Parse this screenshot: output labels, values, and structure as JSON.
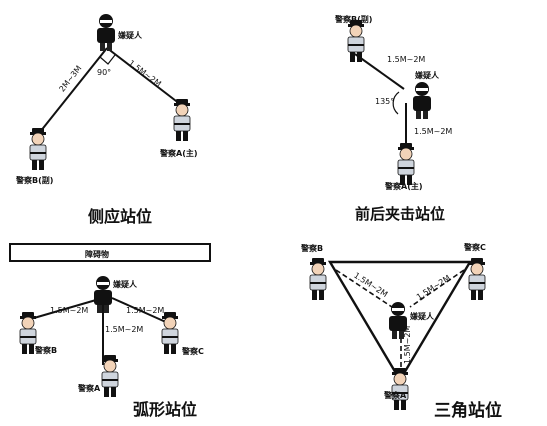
{
  "panels": {
    "side": {
      "title": "侧应站位",
      "suspect": "嫌疑人",
      "officer_b": "警察B(副)",
      "officer_a": "警察A(主)",
      "angle": "90°",
      "dist_left": "2M~3M",
      "dist_right": "1.5M~2M"
    },
    "front_back": {
      "title": "前后夹击站位",
      "officer_b": "警察B(副)",
      "suspect": "嫌疑人",
      "officer_a": "警察A(主)",
      "angle": "135°",
      "dist_top": "1.5M~2M",
      "dist_bottom": "1.5M~2M"
    },
    "arc": {
      "title": "弧形站位",
      "barrier": "障碍物",
      "suspect": "嫌疑人",
      "officer_b": "警察B",
      "officer_a": "警察A",
      "officer_c": "警察C",
      "dist_left": "1.5M~2M",
      "dist_mid": "1.5M~2M",
      "dist_right": "1.5M~2M"
    },
    "triangle": {
      "title": "三角站位",
      "officer_b": "警察B",
      "officer_c": "警察C",
      "suspect": "嫌疑人",
      "officer_a": "警察A",
      "dist_left": "1.5M~2M",
      "dist_right": "1.5M~2M",
      "dist_bottom": "1.5M~2M"
    }
  },
  "colors": {
    "ink": "#111111",
    "skin": "#f2d3b8",
    "shirt": "#cfd5dd",
    "background": "#ffffff"
  }
}
